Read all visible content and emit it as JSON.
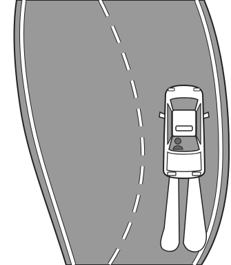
{
  "scene": {
    "road_color": "#999999",
    "edge_line_color": "#ffffff",
    "outline_color": "#222222",
    "car_body_color": "#ffffff",
    "headlight_beam_color": "#ffffff",
    "car_direction": "toward-bottom",
    "lane": "right",
    "road_curve": "curving-left-toward-top"
  }
}
